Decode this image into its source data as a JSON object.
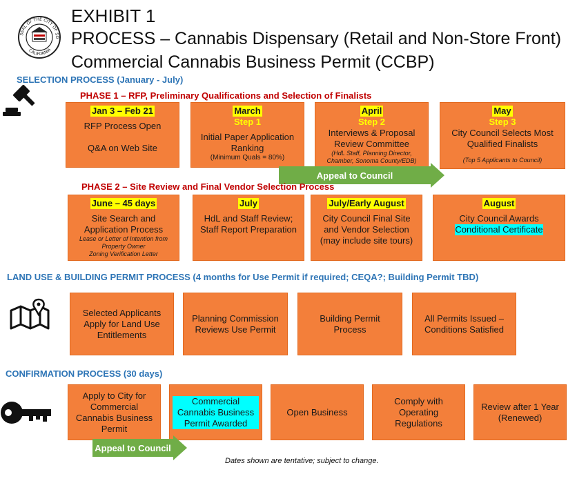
{
  "seal": {
    "top_text": "SEAL OF THE CITY OF SONOMA",
    "bottom_text": "CALIFORNIA"
  },
  "title": {
    "line1": "EXHIBIT 1",
    "line2": "PROCESS – Cannabis Dispensary (Retail and Non-Store Front)",
    "line3": "Commercial Cannabis Business Permit (CCBP)"
  },
  "selection": {
    "heading": "SELECTION PROCESS (January - July)",
    "phase1": {
      "heading": "PHASE 1 – RFP, Preliminary Qualifications and Selection of Finalists",
      "boxes": [
        {
          "date": "Jan 3 – Feb 21",
          "line1": "RFP Process Open",
          "line2": "Q&A on Web Site"
        },
        {
          "date": "March",
          "step": "Step 1",
          "text": "Initial Paper Application Ranking",
          "note": "(Minimum Quals = 80%)"
        },
        {
          "date": "April",
          "step": "Step 2",
          "text": "Interviews & Proposal Review Committee",
          "note": "(HdL Staff, Planning Director, Chamber, Sonoma County/EDB)"
        },
        {
          "date": "May",
          "step": "Step 3",
          "text": "City Council Selects Most Qualified Finalists",
          "note": "(Top 5 Applicants to Council)"
        }
      ],
      "appeal": "Appeal to Council"
    },
    "phase2": {
      "heading": "PHASE 2 – Site Review and Final Vendor Selection Process",
      "boxes": [
        {
          "date": "June – 45 days",
          "text": "Site Search and Application Process",
          "note1": "Lease or Letter of Intention from",
          "note2": "Property Owner",
          "note3": "Zoning Verification Letter"
        },
        {
          "date": "July",
          "text": "HdL and Staff Review; Staff Report Preparation"
        },
        {
          "date": "July/Early August",
          "text": "City Council Final Site and Vendor Selection (may include site tours)"
        },
        {
          "date": "August",
          "text": "City Council Awards",
          "highlight": "Conditional Certificate"
        }
      ]
    }
  },
  "land_use": {
    "heading": "LAND USE & BUILDING PERMIT PROCESS (4 months for Use Permit if required; CEQA?; Building Permit TBD)",
    "boxes": [
      "Selected Applicants Apply for Land Use Entitlements",
      "Planning Commission Reviews Use Permit",
      "Building Permit Process",
      "All Permits Issued – Conditions Satisfied"
    ]
  },
  "confirmation": {
    "heading": "CONFIRMATION PROCESS (30 days)",
    "boxes": [
      "Apply to City for Commercial Cannabis Business Permit",
      "Commercial Cannabis Business Permit Awarded",
      "Open Business",
      "Comply with Operating Regulations",
      "Review after 1 Year (Renewed)"
    ],
    "appeal": "Appeal to Council"
  },
  "footnote": "Dates shown are tentative; subject to change.",
  "icons": {
    "selection": "gavel-icon",
    "land_use": "map-pin-icon",
    "confirmation": "key-icon"
  },
  "colors": {
    "box": "#f37f3a",
    "section_heading": "#2e75b6",
    "phase_heading": "#c00000",
    "arrow": "#70ad47",
    "date_highlight": "#ffff00",
    "cert_highlight": "#00ffff"
  }
}
